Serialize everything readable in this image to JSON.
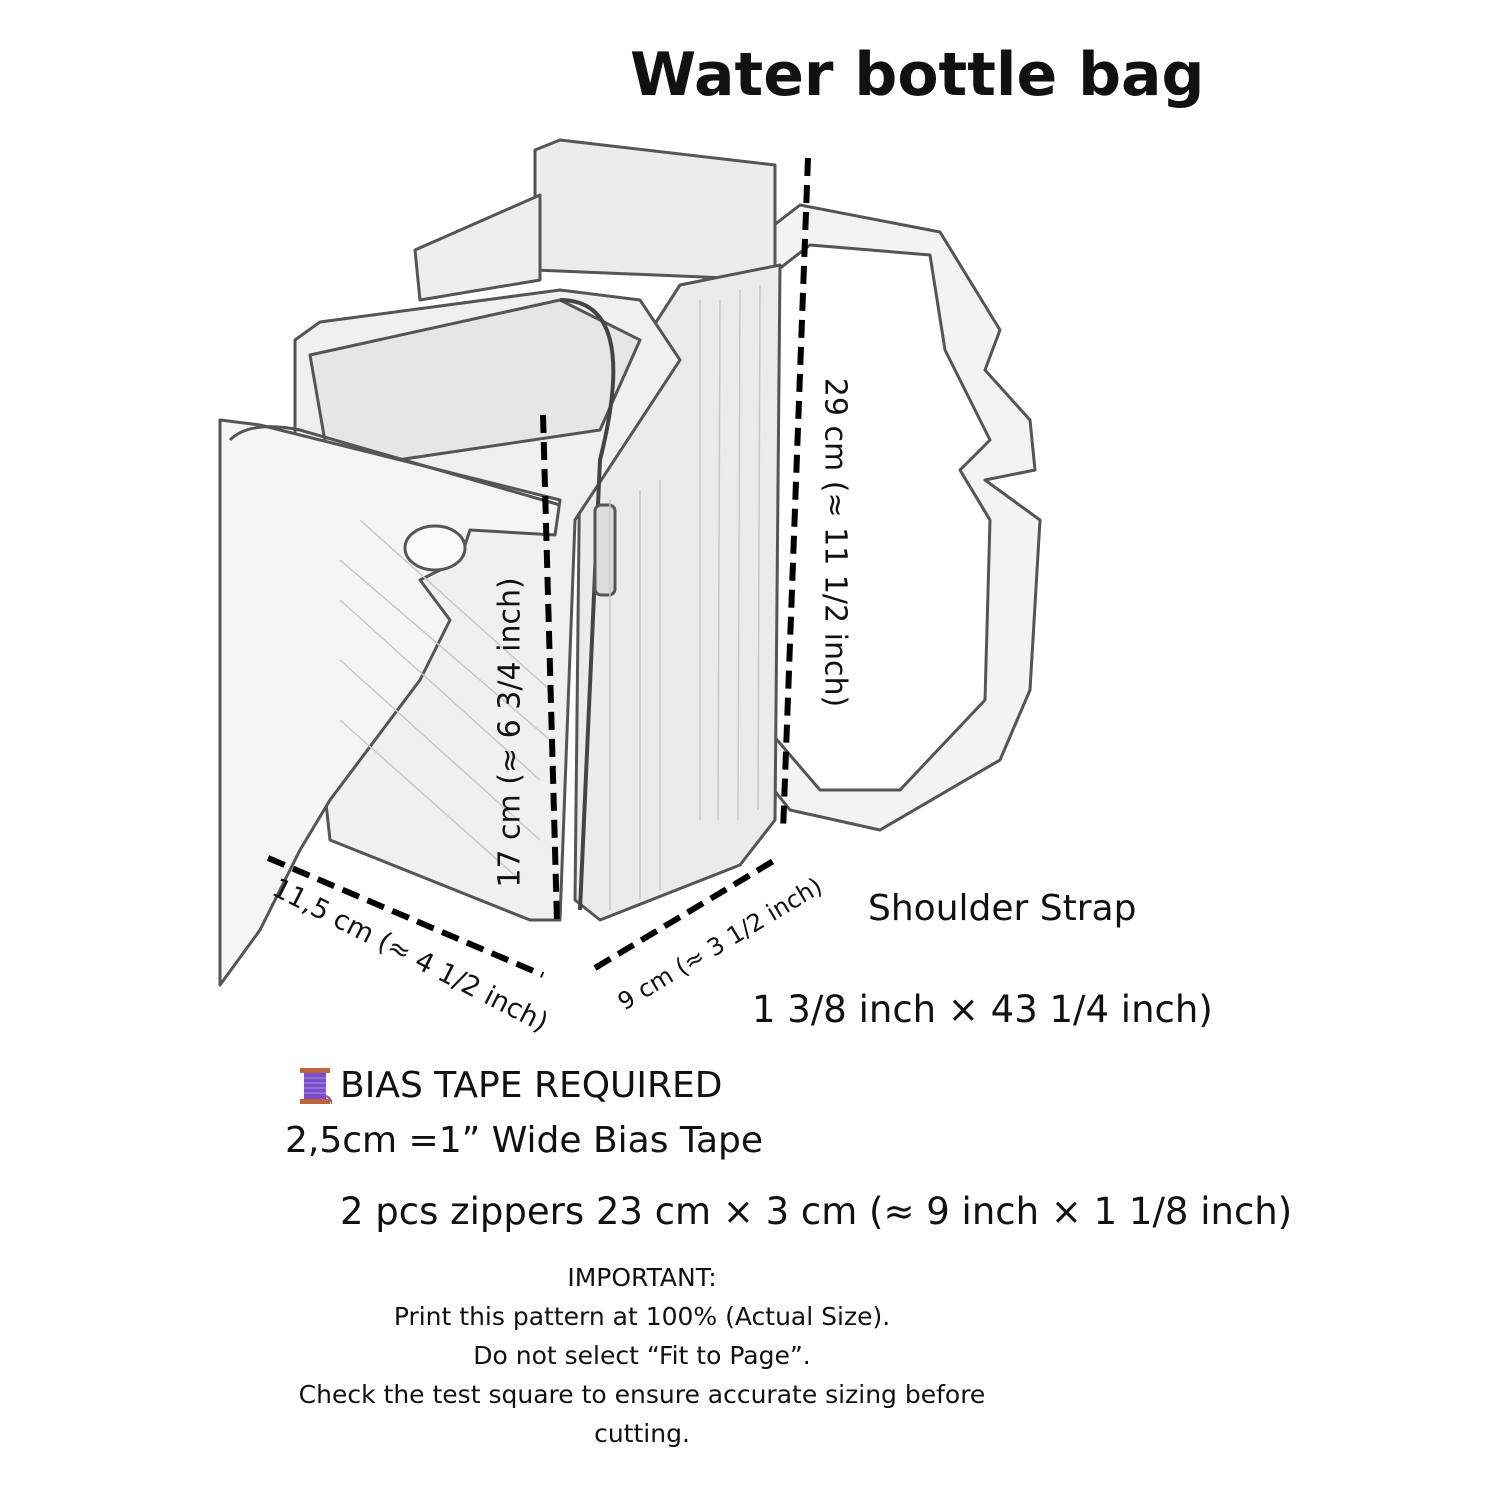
{
  "title": "Water bottle bag",
  "dimensions": {
    "height_total": "29 cm (≈ 11 1/2 inch)",
    "height_front": "17 cm (≈ 6 3/4 inch)",
    "width": "11,5 cm (≈ 4 1/2 inch)",
    "depth": "9 cm (≈ 3 1/2 inch)"
  },
  "strap": {
    "label": "Shoulder Strap",
    "size": "1 3/8 inch × 43 1/4 inch)"
  },
  "bias_tape": {
    "icon": "thread-spool-icon",
    "heading": "BIAS TAPE REQUIRED",
    "width": "2,5cm =1” Wide Bias Tape"
  },
  "zippers": "2 pcs zippers 23 cm × 3 cm (≈ 9 inch × 1 1/8 inch)",
  "important": [
    "IMPORTANT:",
    "Print this pattern at 100% (Actual Size).",
    "Do not select “Fit to Page”.",
    "Check the test square to ensure accurate sizing before",
    "cutting."
  ],
  "colors": {
    "spool": "#7b4fc9",
    "spool_ends": "#c0643c"
  }
}
